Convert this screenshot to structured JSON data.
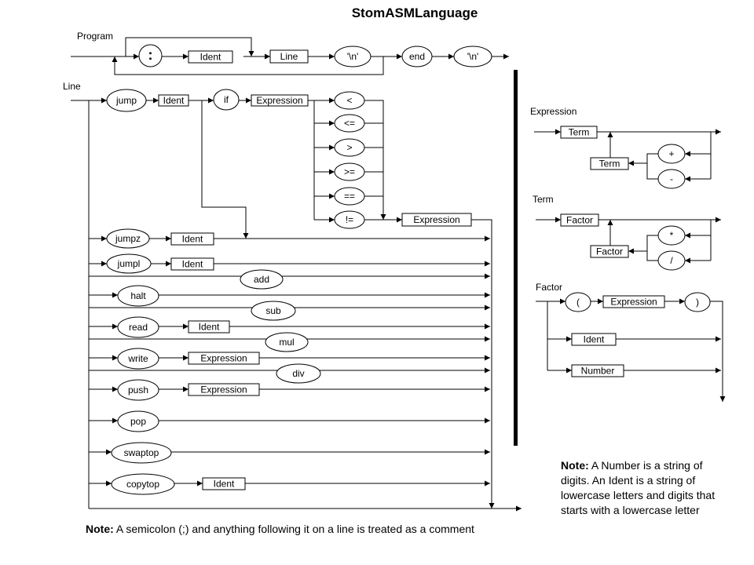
{
  "title": "StomASMLanguage",
  "rules": {
    "program": "Program",
    "line": "Line",
    "expression": "Expression",
    "term": "Term",
    "factor": "Factor"
  },
  "nodes": {
    "colon": ":",
    "ident": "Ident",
    "line": "Line",
    "newline": "'\\n'",
    "end": "end",
    "jump": "jump",
    "if": "if",
    "expression": "Expression",
    "lt": "<",
    "le": "<=",
    "gt": ">",
    "ge": ">=",
    "eq": "==",
    "ne": "!=",
    "jumpz": "jumpz",
    "jumpl": "jumpl",
    "add": "add",
    "halt": "halt",
    "sub": "sub",
    "read": "read",
    "mul": "mul",
    "write": "write",
    "div": "div",
    "push": "push",
    "pop": "pop",
    "swaptop": "swaptop",
    "copytop": "copytop",
    "term": "Term",
    "plus": "+",
    "minus": "-",
    "factor": "Factor",
    "star": "*",
    "slash": "/",
    "lparen": "(",
    "rparen": ")",
    "number": "Number"
  },
  "notes": {
    "comment_label": "Note:",
    "comment_text": " A semicolon (;) and anything following it on a line is treated as a comment",
    "number_label": "Note:",
    "number_text": " A Number is a string of digits. An Ident is a string of lowercase letters and digits that starts with a lowercase letter"
  }
}
